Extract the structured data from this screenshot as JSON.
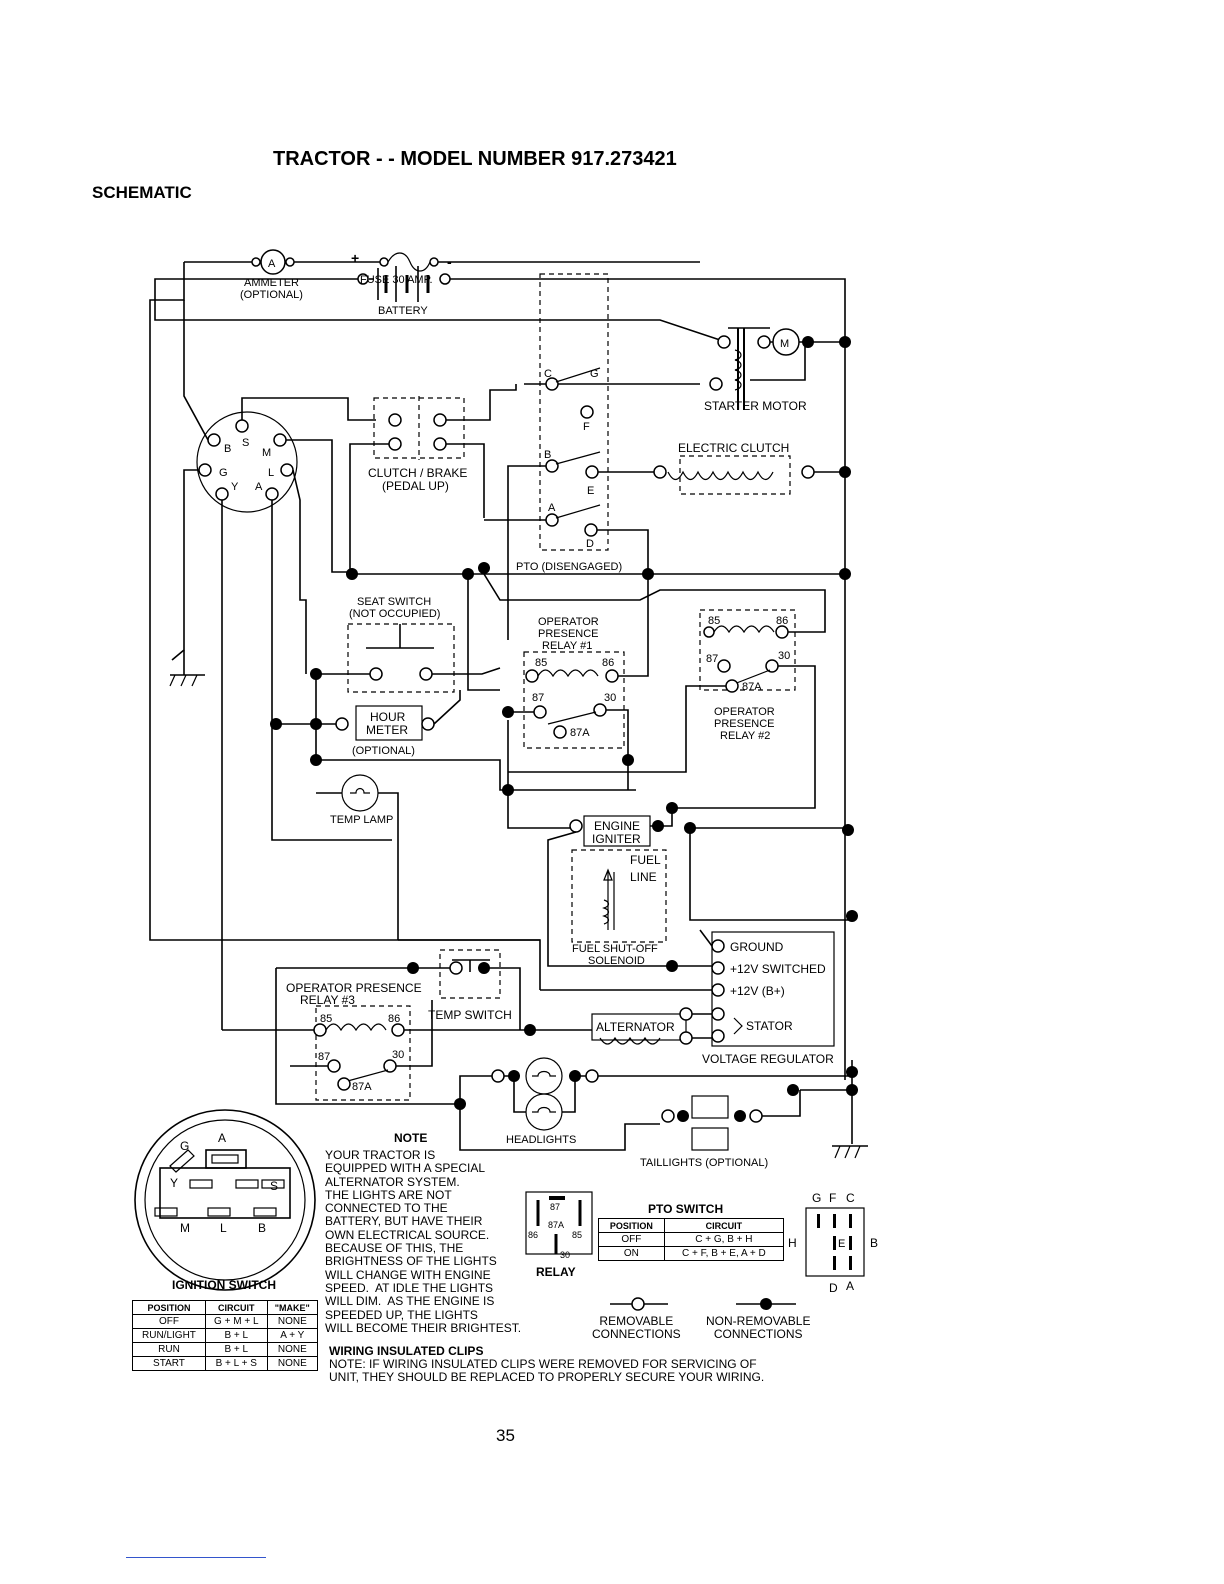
{
  "header": {
    "title": "TRACTOR - - MODEL NUMBER 917.273421",
    "section": "SCHEMATIC"
  },
  "labels": {
    "battery": "BATTERY",
    "ammeter": "AMMETER",
    "ammeter_optional": "(OPTIONAL)",
    "ammeter_symbol": "A",
    "fuse": "FUSE 30 AMP.",
    "starter_motor": "STARTER MOTOR",
    "motor_symbol": "M",
    "electric_clutch": "ELECTRIC CLUTCH",
    "clutch_brake": "CLUTCH / BRAKE",
    "clutch_brake_sub": "(PEDAL UP)",
    "pto_disengaged": "PTO (DISENGAGED)",
    "seat_switch": "SEAT SWITCH",
    "seat_switch_sub": "(NOT OCCUPIED)",
    "hour_meter_1": "HOUR",
    "hour_meter_2": "METER",
    "hour_meter_optional": "(OPTIONAL)",
    "temp_lamp": "TEMP LAMP",
    "relay1_1": "OPERATOR",
    "relay1_2": "PRESENCE",
    "relay1_3": "RELAY #1",
    "relay2_1": "OPERATOR",
    "relay2_2": "PRESENCE",
    "relay2_3": "RELAY #2",
    "relay3_1": "OPERATOR PRESENCE",
    "relay3_2": "RELAY #3",
    "engine_igniter_1": "ENGINE",
    "engine_igniter_2": "IGNITER",
    "fuel_line_1": "FUEL",
    "fuel_line_2": "LINE",
    "fuel_solenoid_1": "FUEL SHUT-OFF",
    "fuel_solenoid_2": "SOLENOID",
    "vr_ground": "GROUND",
    "vr_12v_switched": "+12V SWITCHED",
    "vr_12v_b": "+12V (B+)",
    "vr_stator": "STATOR",
    "voltage_regulator": "VOLTAGE REGULATOR",
    "alternator": "ALTERNATOR",
    "temp_switch": "TEMP SWITCH",
    "headlights": "HEADLIGHTS",
    "taillights": "TAILLIGHTS (OPTIONAL)",
    "relay_label": "RELAY",
    "pin_85": "85",
    "pin_86": "86",
    "pin_87": "87",
    "pin_30": "30",
    "pin_87a": "87A",
    "pto_c": "C",
    "pto_g": "G",
    "pto_f": "F",
    "pto_b": "B",
    "pto_e": "E",
    "pto_a": "A",
    "pto_d": "D",
    "ign_b": "B",
    "ign_s": "S",
    "ign_m": "M",
    "ign_g": "G",
    "ign_l": "L",
    "ign_y": "Y",
    "ign_a": "A"
  },
  "ignition_plug": {
    "top": "A",
    "g": "G",
    "y": "Y",
    "s": "S",
    "m": "M",
    "l": "L",
    "b": "B"
  },
  "ignition_switch": {
    "title": "IGNITION SWITCH",
    "headers": [
      "POSITION",
      "CIRCUIT",
      "\"MAKE\""
    ],
    "rows": [
      [
        "OFF",
        "G + M + L",
        "NONE"
      ],
      [
        "RUN/LIGHT",
        "B + L",
        "A + Y"
      ],
      [
        "RUN",
        "B + L",
        "NONE"
      ],
      [
        "START",
        "B + L + S",
        "NONE"
      ]
    ]
  },
  "pto_switch": {
    "title": "PTO SWITCH",
    "headers": [
      "POSITION",
      "CIRCUIT"
    ],
    "rows": [
      [
        "OFF",
        "C + G, B + H"
      ],
      [
        "ON",
        "C + F, B + E, A + D"
      ]
    ],
    "pins": {
      "g": "G",
      "f": "F",
      "c": "C",
      "h": "H",
      "e": "E",
      "b": "B",
      "d": "D",
      "a": "A"
    }
  },
  "note": {
    "heading": "NOTE",
    "body": "YOUR TRACTOR IS\nEQUIPPED WITH A SPECIAL\nALTERNATOR SYSTEM.\nTHE LIGHTS ARE NOT\nCONNECTED TO THE\nBATTERY, BUT HAVE THEIR\nOWN ELECTRICAL SOURCE.\nBECAUSE OF THIS, THE\nBRIGHTNESS OF THE LIGHTS\nWILL CHANGE WITH ENGINE\nSPEED.  AT IDLE THE LIGHTS\nWILL DIM.  AS THE ENGINE IS\nSPEEDED UP, THE LIGHTS\nWILL BECOME THEIR BRIGHTEST.",
    "clips_heading": "WIRING INSULATED CLIPS",
    "clips_body": "NOTE: IF WIRING INSULATED CLIPS WERE REMOVED FOR SERVICING OF\nUNIT, THEY SHOULD BE REPLACED TO PROPERLY SECURE YOUR WIRING."
  },
  "legend": {
    "removable": "REMOVABLE\nCONNECTIONS",
    "non_removable": "NON-REMOVABLE\nCONNECTIONS"
  },
  "page_number": "35"
}
